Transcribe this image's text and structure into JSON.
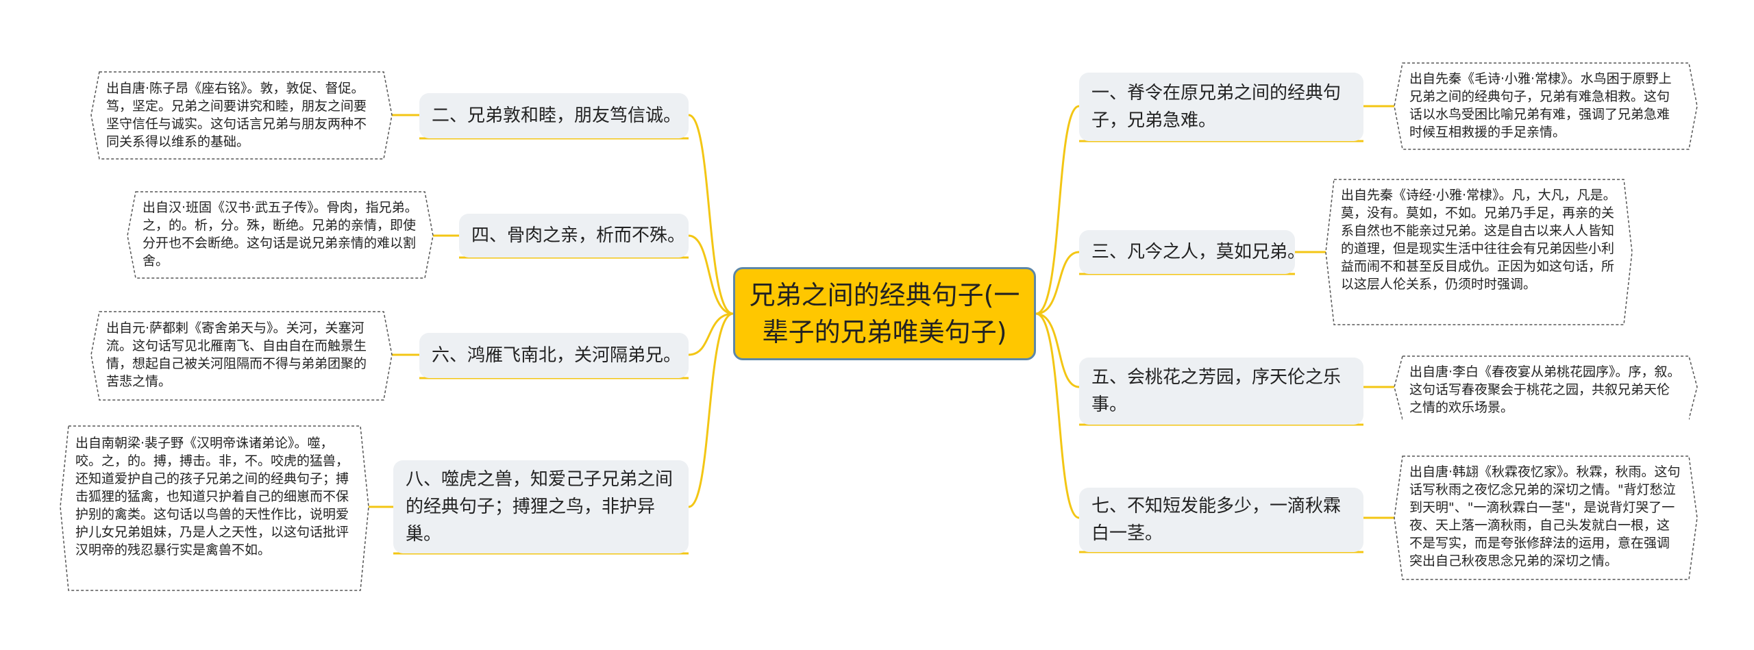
{
  "center": "兄弟之间的经典句子(一辈子的兄弟唯美句子)",
  "branches": [
    {
      "label": "一、脊令在原兄弟之间的经典句子，兄弟急难。",
      "note": "出自先秦《毛诗·小雅·常棣》。水鸟困于原野上兄弟之间的经典句子，兄弟有难急相救。这句话以水鸟受困比喻兄弟有难，强调了兄弟急难时候互相救援的手足亲情。"
    },
    {
      "label": "二、兄弟敦和睦，朋友笃信诚。",
      "note": "出自唐·陈子昂《座右铭》。敦，敦促、督促。笃，坚定。兄弟之间要讲究和睦，朋友之间要坚守信任与诚实。这句话言兄弟与朋友两种不同关系得以维系的基础。"
    },
    {
      "label": "三、凡今之人，莫如兄弟。",
      "note": "出自先秦《诗经·小雅·常棣》。凡，大凡，凡是。莫，没有。莫如，不如。兄弟乃手足，再亲的关系自然也不能亲过兄弟。这是自古以来人人皆知的道理，但是现实生活中往往会有兄弟因些小利益而闹不和甚至反目成仇。正因为如这句话，所以这层人伦关系，仍须时时强调。"
    },
    {
      "label": "四、骨肉之亲，析而不殊。",
      "note": "出自汉·班固《汉书·武五子传》。骨肉，指兄弟。之，的。析，分。殊，断绝。兄弟的亲情，即使分开也不会断绝。这句话是说兄弟亲情的难以割舍。"
    },
    {
      "label": "五、会桃花之芳园，序天伦之乐事。",
      "note": "出自唐·李白《春夜宴从弟桃花园序》。序，叙。这句话写春夜聚会于桃花之园，共叙兄弟天伦之情的欢乐场景。"
    },
    {
      "label": "六、鸿雁飞南北，关河隔弟兄。",
      "note": "出自元·萨都剌《寄舍弟天与》。关河，关塞河流。这句话写见北雁南飞、自由自在而触景生情，想起自己被关河阻隔而不得与弟弟团聚的苦悲之情。"
    },
    {
      "label": "七、不知短发能多少，一滴秋霖白一茎。",
      "note": "出自唐·韩翃《秋霖夜忆家》。秋霖，秋雨。这句话写秋雨之夜忆念兄弟的深切之情。\"背灯愁泣到天明\"、\"一滴秋霖白一茎\"，是说背灯哭了一夜、天上落一滴秋雨，自己头发就白一根，这不是写实，而是夸张修辞法的运用，意在强调突出自己秋夜思念兄弟的深切之情。"
    },
    {
      "label": "八、噬虎之兽，知爱己子兄弟之间的经典句子；搏狸之鸟，非护异巢。",
      "note": "出自南朝梁·裴子野《汉明帝诛诸弟论》。噬，咬。之，的。搏，搏击。非，不。咬虎的猛兽，还知道爱护自己的孩子兄弟之间的经典句子；搏击狐狸的猛禽，也知道只护着自己的细崽而不保护别的禽类。这句话以鸟兽的天性作比，说明爱护儿女兄弟姐妹，乃是人之天性，以这句话批评汉明帝的残忍暴行实是禽兽不如。"
    }
  ],
  "colors": {
    "accent": "#ffc700",
    "line": "#f3c614",
    "branch_bg": "#edf0f3",
    "center_border": "#5d87a8"
  }
}
